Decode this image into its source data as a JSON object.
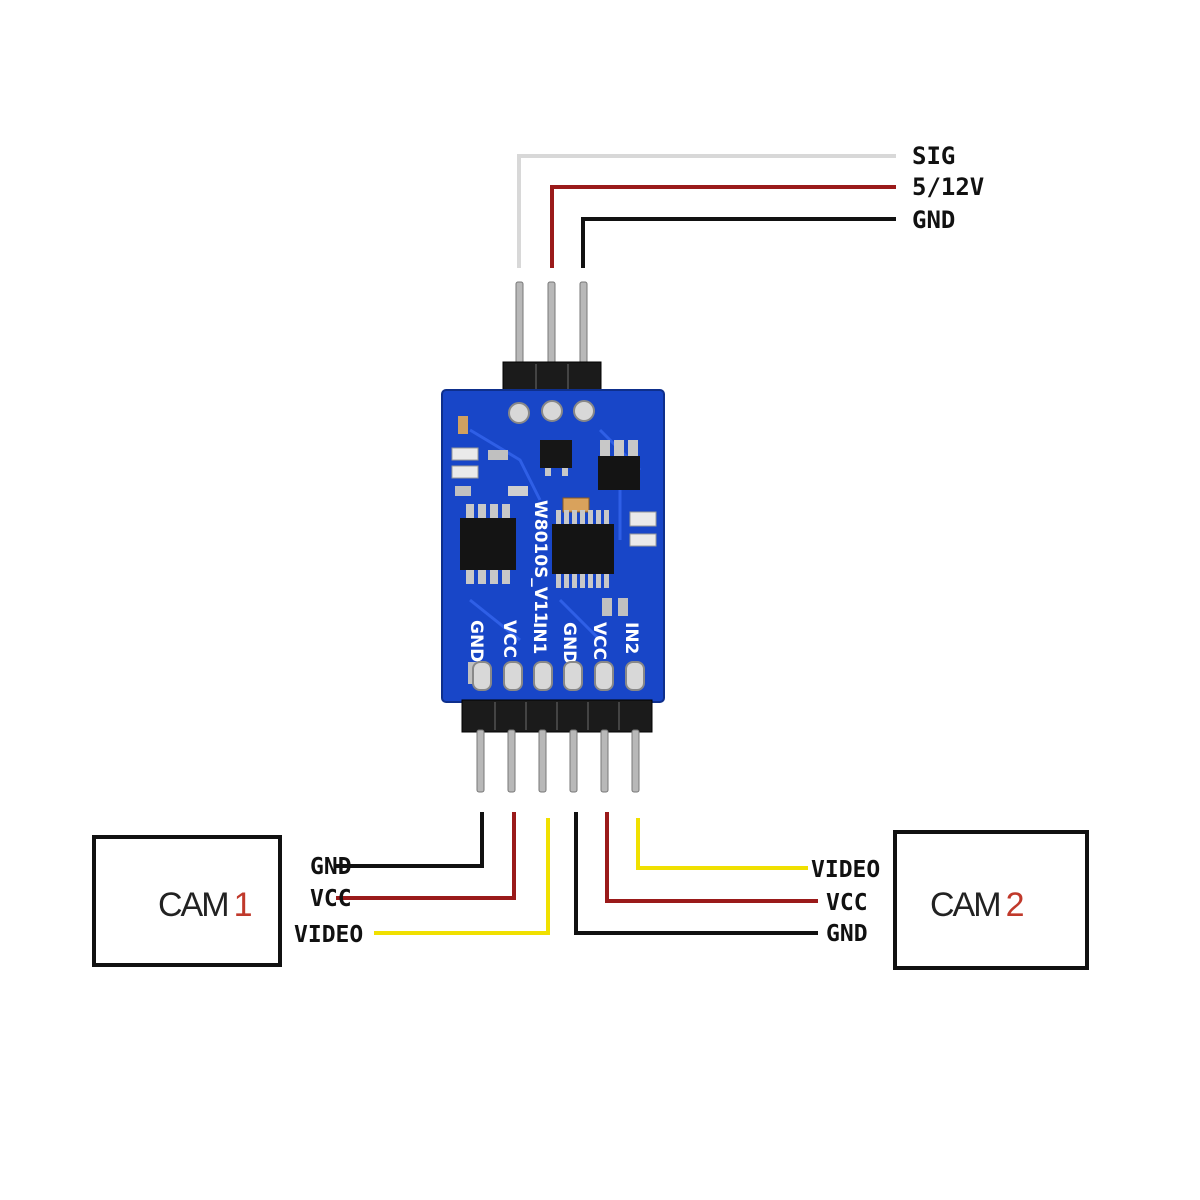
{
  "top_connector": {
    "sig_label": "SIG",
    "power_label": "5/12V",
    "gnd_label": "GND"
  },
  "board": {
    "model_marking": "W8010S_V11",
    "pin_gnd1": "GND",
    "pin_vcc1": "VCC",
    "pin_in1": "IN1",
    "pin_gnd2": "GND",
    "pin_vcc2": "VCC",
    "pin_in2": "IN2"
  },
  "cam1": {
    "name": "CAM",
    "number": "1",
    "gnd_label": "GND",
    "vcc_label": "VCC",
    "video_label": "VIDEO"
  },
  "cam2": {
    "name": "CAM",
    "number": "2",
    "video_label": "VIDEO",
    "vcc_label": "VCC",
    "gnd_label": "GND"
  },
  "colors": {
    "signal_wire": "#d8d8d8",
    "power_wire": "#9a1a1a",
    "ground_wire": "#111111",
    "video_wire": "#f0e000",
    "pcb": "#1846c8",
    "cam_number": "#c0392b"
  }
}
